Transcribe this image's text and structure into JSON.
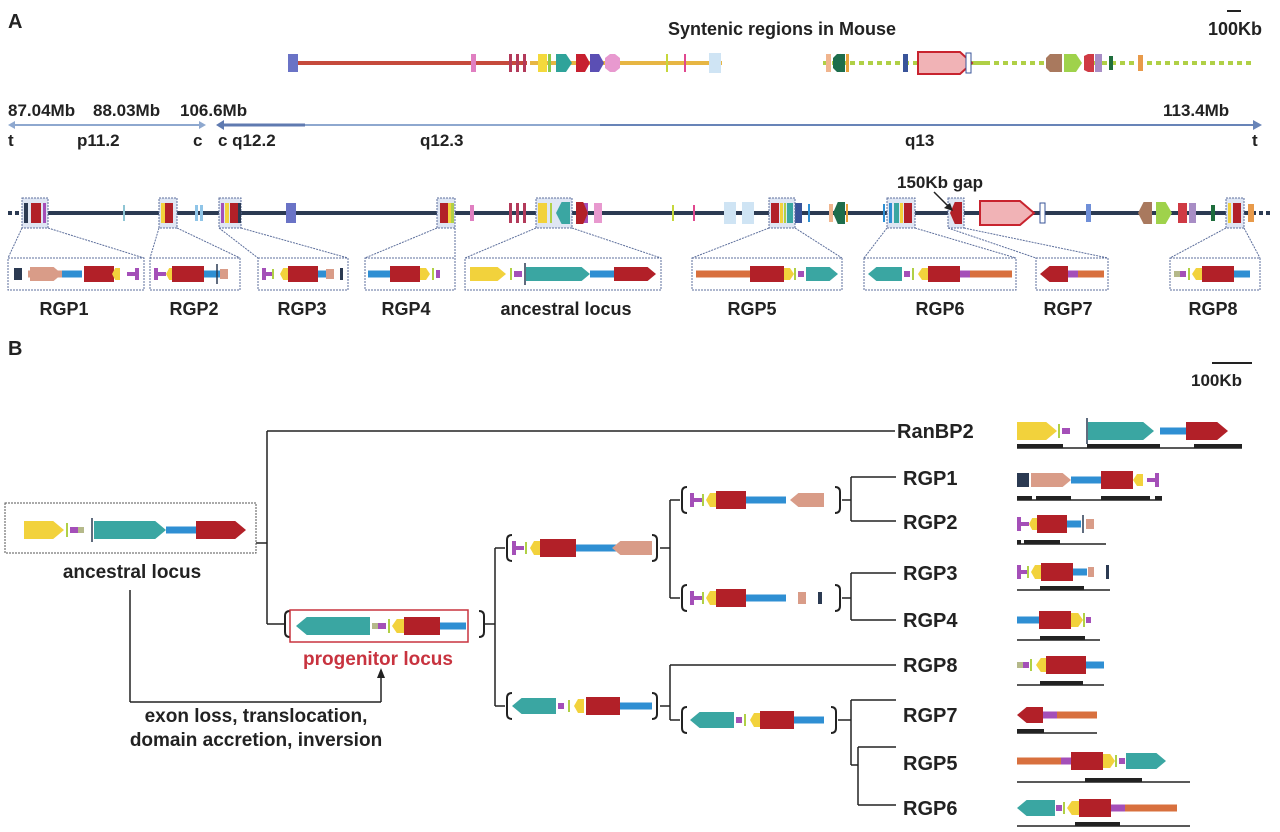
{
  "panel_a": {
    "panel_label": "A",
    "mouse_title": "Syntenic regions in Mouse",
    "scale_label": "100Kb",
    "coords": [
      "87.04Mb",
      "88.03Mb",
      "106.6Mb",
      "113.4Mb"
    ],
    "chrom_labels": [
      "t",
      "p11.2",
      "c",
      "c q12.2",
      "q12.3",
      "q13",
      "t"
    ],
    "gap_label": "150Kb gap",
    "insets": [
      "RGP1",
      "RGP2",
      "RGP3",
      "RGP4",
      "ancestral locus",
      "RGP5",
      "RGP6",
      "RGP7",
      "RGP8"
    ]
  },
  "panel_b": {
    "panel_label": "B",
    "scale_label": "100Kb",
    "ancestral_label": "ancestral locus",
    "progenitor_label": "progenitor locus",
    "event_lines": [
      "exon loss, translocation,",
      "domain accretion, inversion"
    ],
    "leaves": [
      "RanBP2",
      "RGP1",
      "RGP2",
      "RGP3",
      "RGP4",
      "RGP8",
      "RGP7",
      "RGP5",
      "RGP6"
    ]
  },
  "colors": {
    "red": "#b22028",
    "teal": "#3aa6a2",
    "yellow": "#f2d23c",
    "blue": "#2f8fd3",
    "purple": "#a44fb8",
    "salmon": "#d99c88",
    "orange": "#d8703e",
    "navy": "#2b3a52",
    "progenitor": "#c8333f"
  }
}
